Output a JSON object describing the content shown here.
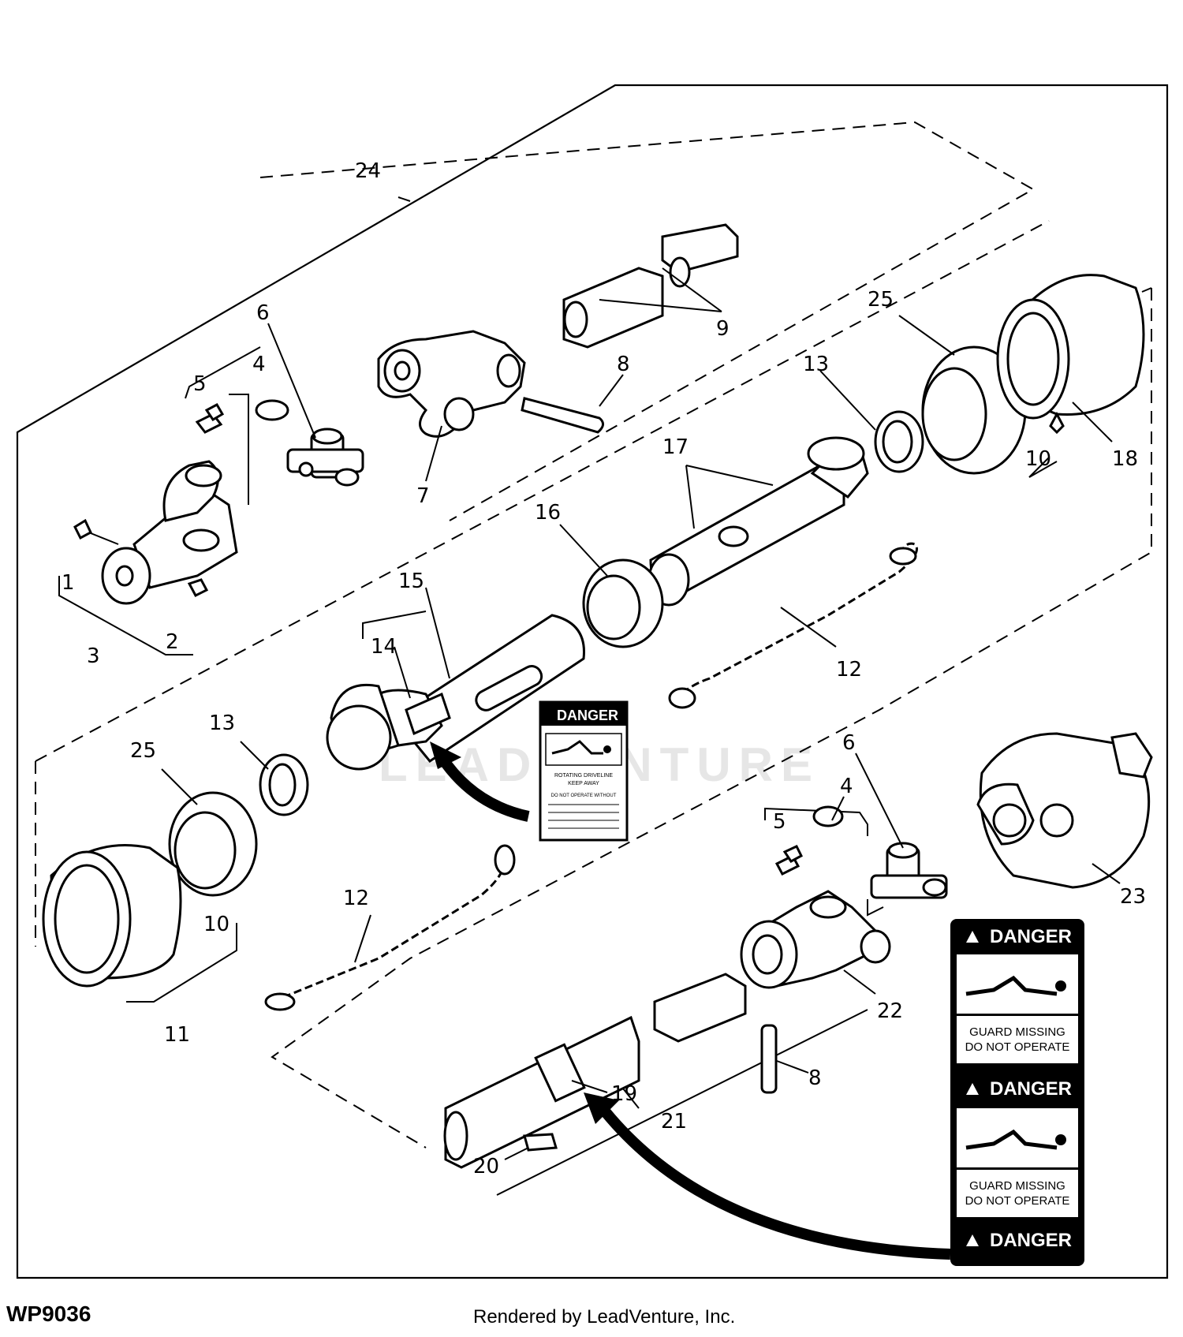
{
  "diagram_code": "WP9036",
  "credit": "Rendered by LeadVenture, Inc.",
  "watermark": "LEADVENTURE",
  "callouts": {
    "c1": "1",
    "c2": "2",
    "c3": "3",
    "c4a": "4",
    "c4b": "4",
    "c5a": "5",
    "c5b": "5",
    "c6a": "6",
    "c6b": "6",
    "c7": "7",
    "c8a": "8",
    "c8b": "8",
    "c9": "9",
    "c10a": "10",
    "c10b": "10",
    "c11": "11",
    "c12a": "12",
    "c12b": "12",
    "c13a": "13",
    "c13b": "13",
    "c14": "14",
    "c15": "15",
    "c16": "16",
    "c17": "17",
    "c18": "18",
    "c19": "19",
    "c20": "20",
    "c21": "21",
    "c22": "22",
    "c23": "23",
    "c24": "24",
    "c25a": "25",
    "c25b": "25"
  },
  "decal_small": {
    "title": "DANGER",
    "line1": "ROTATING DRIVELINE",
    "line2": "KEEP AWAY",
    "line3": "DO NOT OPERATE WITHOUT"
  },
  "decal_large": {
    "title_top": "DANGER",
    "caption_top": [
      "GUARD MISSING",
      "DO NOT OPERATE"
    ],
    "title_mid": "DANGER",
    "caption_bottom": [
      "GUARD MISSING",
      "DO NOT OPERATE"
    ],
    "title_bottom": "DANGER"
  }
}
